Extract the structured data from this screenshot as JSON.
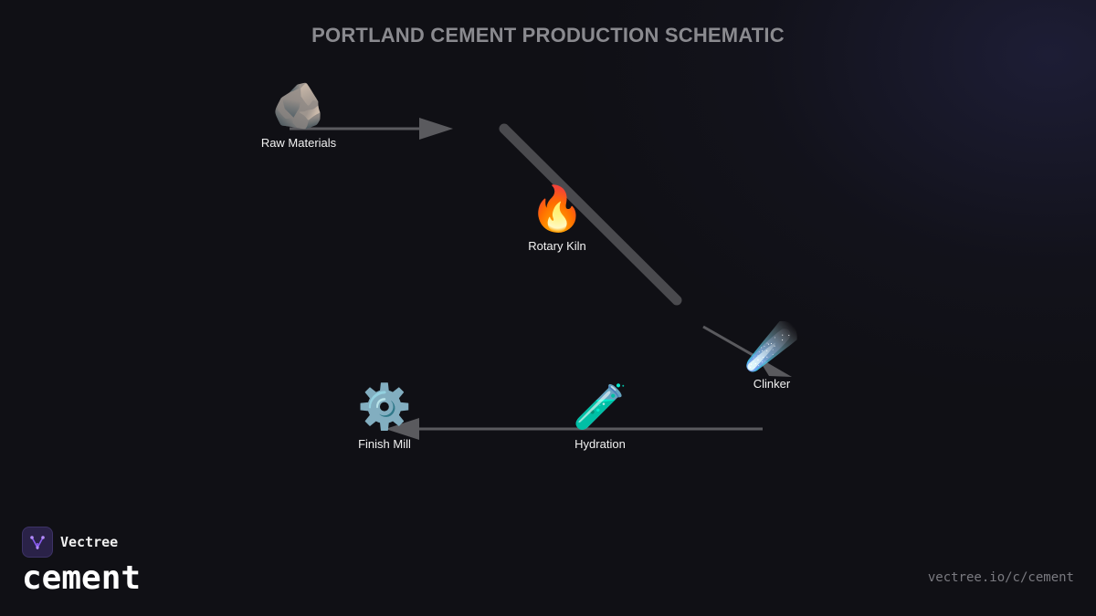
{
  "title": "PORTLAND CEMENT PRODUCTION SCHEMATIC",
  "nodes": [
    {
      "id": "raw-materials",
      "label": "Raw Materials",
      "icon": "rock-icon",
      "glyph": "🪨"
    },
    {
      "id": "rotary-kiln",
      "label": "Rotary Kiln",
      "icon": "fire-icon",
      "glyph": "🔥"
    },
    {
      "id": "clinker",
      "label": "Clinker",
      "icon": "comet-icon",
      "glyph": "☄️"
    },
    {
      "id": "hydration",
      "label": "Hydration",
      "icon": "test-tube-icon",
      "glyph": "🧪"
    },
    {
      "id": "finish-mill",
      "label": "Finish Mill",
      "icon": "gear-icon",
      "glyph": "⚙️"
    }
  ],
  "edges": [
    {
      "from": "raw-materials",
      "to": "rotary-kiln"
    },
    {
      "from": "rotary-kiln",
      "to": "clinker"
    },
    {
      "from": "clinker",
      "to": "hydration"
    },
    {
      "from": "hydration",
      "to": "finish-mill"
    }
  ],
  "colors": {
    "background": "#101015",
    "title": "#8a8a8f",
    "edge": "#5a5a5e",
    "label": "#f2f2f2",
    "brand_accent": "#8a5cf0"
  },
  "brand": {
    "name": "Vectree",
    "topic": "cement",
    "logo_icon": "vectree-logo-icon"
  },
  "footer": {
    "url": "vectree.io/c/cement"
  }
}
